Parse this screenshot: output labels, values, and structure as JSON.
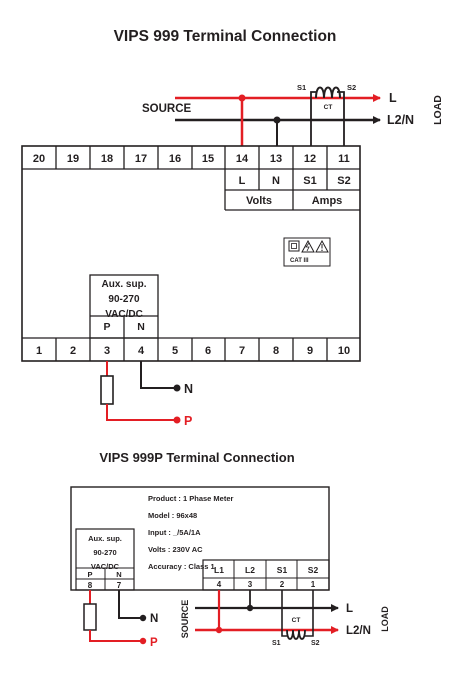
{
  "top": {
    "title": "VIPS 999 Terminal Connection",
    "source_label": "SOURCE",
    "line_L": "L",
    "line_L2N": "L2/N",
    "load_label": "LOAD",
    "ct_label": "CT",
    "s1": "S1",
    "s2": "S2",
    "terminals_top": [
      "20",
      "19",
      "18",
      "17",
      "16",
      "15",
      "14",
      "13",
      "12",
      "11"
    ],
    "terminal_functions": [
      "L",
      "N",
      "S1",
      "S2"
    ],
    "group_volts": "Volts",
    "group_amps": "Amps",
    "cat_label": "CAT III",
    "aux_line1": "Aux. sup.",
    "aux_line2": "90-270",
    "aux_line3": "VAC/DC",
    "aux_p": "P",
    "aux_n": "N",
    "terminals_bottom": [
      "1",
      "2",
      "3",
      "4",
      "5",
      "6",
      "7",
      "8",
      "9",
      "10"
    ],
    "wire_n": "N",
    "wire_p": "P"
  },
  "bottom": {
    "title": "VIPS 999P Terminal Connection",
    "product": "Product : 1 Phase Meter",
    "model": "Model : 96x48",
    "input": "Input : _/5A/1A",
    "volts": "Volts : 230V AC",
    "accuracy": "Accuracy : Class 1",
    "aux_line1": "Aux. sup.",
    "aux_line2": "90-270",
    "aux_line3": "VAC/DC",
    "aux_p": "P",
    "aux_n": "N",
    "aux_terminals": [
      "8",
      "7"
    ],
    "func_labels": [
      "L1",
      "L2",
      "S1",
      "S2"
    ],
    "func_terminals": [
      "4",
      "3",
      "2",
      "1"
    ],
    "source_label": "SOURCE",
    "line_L": "L",
    "line_L2N": "L2/N",
    "load_label": "LOAD",
    "ct_label": "CT",
    "s1": "S1",
    "s2": "S2",
    "wire_n": "N",
    "wire_p": "P"
  },
  "colors": {
    "red": "#e31e24",
    "black": "#231f20"
  }
}
